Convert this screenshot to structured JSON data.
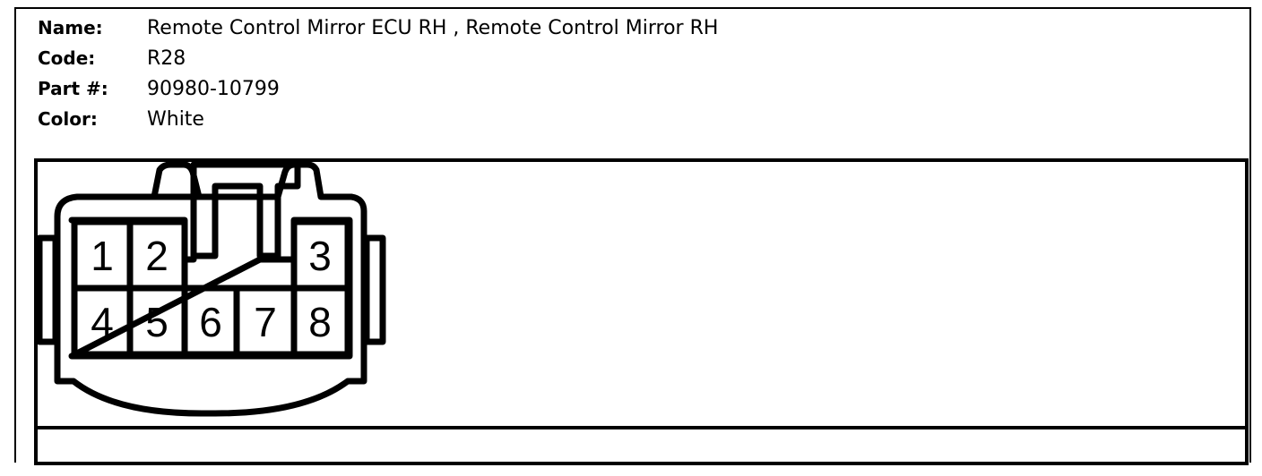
{
  "header": {
    "name_label": "Name:",
    "name_value": "Remote Control Mirror ECU RH , Remote Control Mirror RH",
    "code_label": "Code:",
    "code_value": "R28",
    "part_label": "Part #:",
    "part_value": "90980-10799",
    "color_label": "Color:",
    "color_value": "White"
  },
  "connector": {
    "pins": [
      {
        "number": "1"
      },
      {
        "number": "2"
      },
      {
        "number": "3"
      },
      {
        "number": "4"
      },
      {
        "number": "5"
      },
      {
        "number": "6"
      },
      {
        "number": "7"
      },
      {
        "number": "8"
      }
    ]
  }
}
